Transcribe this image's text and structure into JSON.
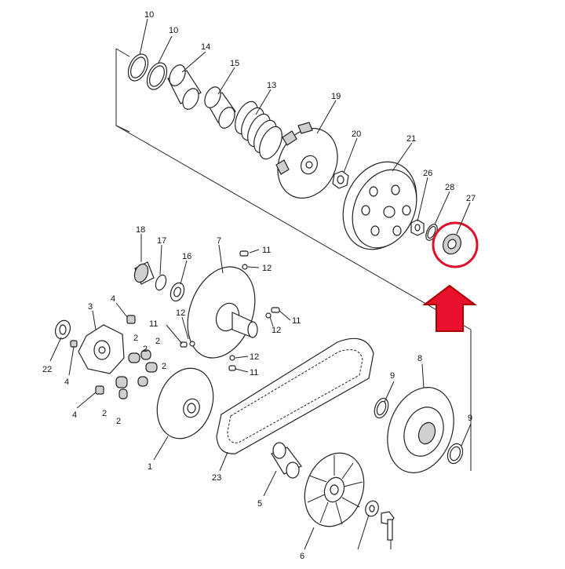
{
  "callouts": [
    {
      "id": "c-10a",
      "label": "10"
    },
    {
      "id": "c-10b",
      "label": "10"
    },
    {
      "id": "c-14",
      "label": "14"
    },
    {
      "id": "c-15",
      "label": "15"
    },
    {
      "id": "c-13",
      "label": "13"
    },
    {
      "id": "c-19",
      "label": "19"
    },
    {
      "id": "c-20",
      "label": "20"
    },
    {
      "id": "c-21",
      "label": "21"
    },
    {
      "id": "c-26",
      "label": "26"
    },
    {
      "id": "c-28",
      "label": "28"
    },
    {
      "id": "c-27",
      "label": "27"
    },
    {
      "id": "c-18",
      "label": "18"
    },
    {
      "id": "c-17",
      "label": "17"
    },
    {
      "id": "c-16",
      "label": "16"
    },
    {
      "id": "c-7",
      "label": "7"
    },
    {
      "id": "c-11a",
      "label": "11"
    },
    {
      "id": "c-12a",
      "label": "12"
    },
    {
      "id": "c-3",
      "label": "3"
    },
    {
      "id": "c-4a",
      "label": "4"
    },
    {
      "id": "c-12b",
      "label": "12"
    },
    {
      "id": "c-11b",
      "label": "11"
    },
    {
      "id": "c-11c",
      "label": "11"
    },
    {
      "id": "c-12c",
      "label": "12"
    },
    {
      "id": "c-2a",
      "label": "2"
    },
    {
      "id": "c-2b",
      "label": "2"
    },
    {
      "id": "c-2c",
      "label": "2"
    },
    {
      "id": "c-2d",
      "label": "2"
    },
    {
      "id": "c-2e",
      "label": "2"
    },
    {
      "id": "c-2f",
      "label": "2"
    },
    {
      "id": "c-12d",
      "label": "12"
    },
    {
      "id": "c-11d",
      "label": "11"
    },
    {
      "id": "c-22",
      "label": "22"
    },
    {
      "id": "c-4b",
      "label": "4"
    },
    {
      "id": "c-4c",
      "label": "4"
    },
    {
      "id": "c-1",
      "label": "1"
    },
    {
      "id": "c-23",
      "label": "23"
    },
    {
      "id": "c-5",
      "label": "5"
    },
    {
      "id": "c-9a",
      "label": "9"
    },
    {
      "id": "c-8",
      "label": "8"
    },
    {
      "id": "c-9b",
      "label": "9"
    },
    {
      "id": "c-6",
      "label": "6"
    }
  ],
  "colors": {
    "line": "#222222",
    "highlight": "#e0102a",
    "arrow_fill": "#e8102a"
  },
  "icons": {
    "pointer": "up-arrow-icon"
  }
}
